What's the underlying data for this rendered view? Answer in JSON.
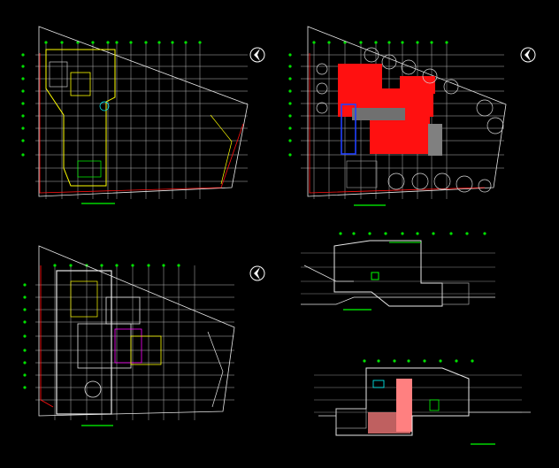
{
  "drawing": {
    "background": "#000000",
    "palette": {
      "grid": "#b8b8b8",
      "outline": "#e8e8e8",
      "axis_marker": "#00e000",
      "yellow": "#ffff00",
      "red": "#ff1010",
      "magenta": "#ff00ff",
      "cyan": "#00ffff",
      "blue": "#2040ff",
      "green": "#00ff00",
      "pink": "#ff8080",
      "white": "#ffffff"
    },
    "sheets": [
      {
        "kind": "site-plan",
        "label": ""
      },
      {
        "kind": "site-plan-colored",
        "label": ""
      },
      {
        "kind": "floor-plan",
        "label": ""
      },
      {
        "kind": "section",
        "label": ""
      },
      {
        "kind": "section",
        "label": ""
      }
    ],
    "north_symbols": [
      {
        "icon": "north-arrow-icon",
        "label": ""
      },
      {
        "icon": "north-arrow-icon",
        "label": ""
      },
      {
        "icon": "north-arrow-icon",
        "label": ""
      }
    ]
  }
}
